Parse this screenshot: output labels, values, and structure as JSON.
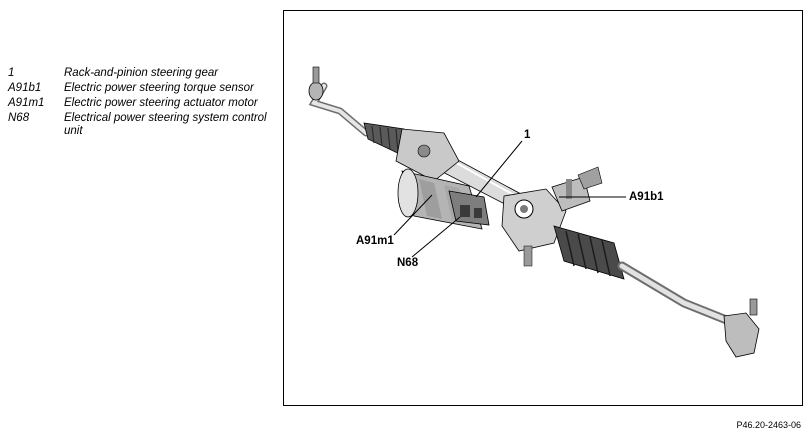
{
  "legend": [
    {
      "code": "1",
      "description": "Rack-and-pinion steering gear"
    },
    {
      "code": "A91b1",
      "description": "Electric power steering torque sensor"
    },
    {
      "code": "A91m1",
      "description": "Electric power steering actuator motor"
    },
    {
      "code": "N68",
      "description": "Electrical power steering system control unit"
    }
  ],
  "callouts": {
    "rack": "1",
    "torque_sensor": "A91b1",
    "actuator_motor": "A91m1",
    "control_unit": "N68"
  },
  "figure_id": "P46.20-2463-06",
  "colors": {
    "line": "#000000",
    "part_light": "#e6e6e6",
    "part_mid": "#b4b4b4",
    "part_dark": "#6e6e6e"
  }
}
